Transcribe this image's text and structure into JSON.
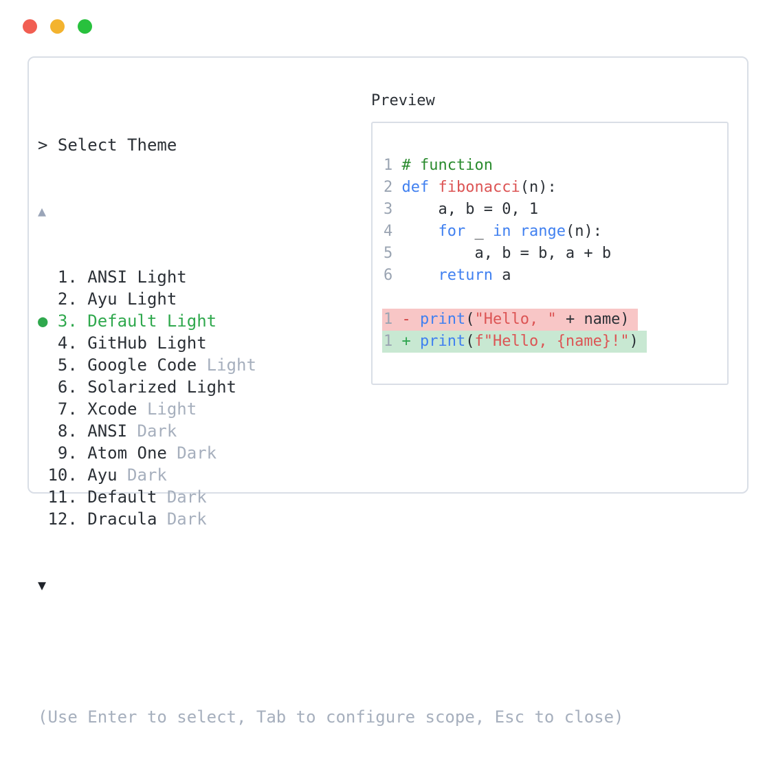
{
  "colors": {
    "text_primary": "#2b3036",
    "text_muted": "#a6afbd",
    "selected_green": "#2fa84d",
    "panel_border": "#d9dee6",
    "line_number": "#9aa4b2",
    "syntax_comment": "#2a8b2e",
    "syntax_keyword": "#4080f0",
    "syntax_red": "#dc5454",
    "diff_minus": "#d14040",
    "diff_plus": "#2da44e",
    "diff_removed_bg": "#f8c6c6",
    "diff_added_bg": "#c8e8d2",
    "arrow_up": "#9aa5b8",
    "arrow_down": "#20242b",
    "traffic_red": "#f15e52",
    "traffic_yellow": "#f3b32f",
    "traffic_green": "#28c13d"
  },
  "window": {
    "controls": [
      {
        "name": "close",
        "color_key": "traffic_red"
      },
      {
        "name": "minimize",
        "color_key": "traffic_yellow"
      },
      {
        "name": "zoom",
        "color_key": "traffic_green"
      }
    ]
  },
  "theme_picker": {
    "prompt": "> Select Theme",
    "scroll_up": "▲",
    "scroll_down": "▼",
    "selected_index": 2,
    "items": [
      {
        "number": "1",
        "label": "ANSI Light",
        "segments": [
          {
            "text": "  1. ANSI Light",
            "style": "normal"
          }
        ]
      },
      {
        "number": "2",
        "label": "Ayu Light",
        "segments": [
          {
            "text": "  2. Ayu Light",
            "style": "normal"
          }
        ]
      },
      {
        "number": "3",
        "label": "Default Light",
        "selected": true,
        "segments": [
          {
            "text": "● 3. Default Light",
            "style": "selected"
          }
        ]
      },
      {
        "number": "4",
        "label": "GitHub Light",
        "segments": [
          {
            "text": "  4. GitHub Light",
            "style": "normal"
          }
        ]
      },
      {
        "number": "5",
        "label": "Google Code Light",
        "segments": [
          {
            "text": "  5. Google Code ",
            "style": "normal"
          },
          {
            "text": "Light",
            "style": "muted"
          }
        ]
      },
      {
        "number": "6",
        "label": "Solarized Light",
        "segments": [
          {
            "text": "  6. Solarized Light",
            "style": "normal"
          }
        ]
      },
      {
        "number": "7",
        "label": "Xcode Light",
        "segments": [
          {
            "text": "  7. Xcode ",
            "style": "normal"
          },
          {
            "text": "Light",
            "style": "muted"
          }
        ]
      },
      {
        "number": "8",
        "label": "ANSI Dark",
        "segments": [
          {
            "text": "  8. ANSI ",
            "style": "normal"
          },
          {
            "text": "Dark",
            "style": "muted"
          }
        ]
      },
      {
        "number": "9",
        "label": "Atom One Dark",
        "segments": [
          {
            "text": "  9. Atom One ",
            "style": "normal"
          },
          {
            "text": "Dark",
            "style": "muted"
          }
        ]
      },
      {
        "number": "10",
        "label": "Ayu Dark",
        "segments": [
          {
            "text": " 10. Ayu ",
            "style": "normal"
          },
          {
            "text": "Dark",
            "style": "muted"
          }
        ]
      },
      {
        "number": "11",
        "label": "Default Dark",
        "segments": [
          {
            "text": " 11. Default ",
            "style": "normal"
          },
          {
            "text": "Dark",
            "style": "muted"
          }
        ]
      },
      {
        "number": "12",
        "label": "Dracula Dark",
        "segments": [
          {
            "text": " 12. Dracula ",
            "style": "normal"
          },
          {
            "text": "Dark",
            "style": "muted"
          }
        ]
      }
    ],
    "help_text": "(Use Enter to select, Tab to configure scope, Esc to close)"
  },
  "preview": {
    "title": "Preview",
    "code_lines": [
      {
        "highlight": "none",
        "tokens": [
          [
            "1",
            "linenum"
          ],
          [
            " ",
            "plain"
          ],
          [
            "# function",
            "comment"
          ]
        ]
      },
      {
        "highlight": "none",
        "tokens": [
          [
            "2",
            "linenum"
          ],
          [
            " ",
            "plain"
          ],
          [
            "def",
            "keyword"
          ],
          [
            " ",
            "plain"
          ],
          [
            "fibonacci",
            "red"
          ],
          [
            "(n):",
            "plain"
          ]
        ]
      },
      {
        "highlight": "none",
        "tokens": [
          [
            "3",
            "linenum"
          ],
          [
            "     a, b = 0, 1",
            "plain"
          ]
        ]
      },
      {
        "highlight": "none",
        "tokens": [
          [
            "4",
            "linenum"
          ],
          [
            "     ",
            "plain"
          ],
          [
            "for",
            "keyword"
          ],
          [
            " _ ",
            "plain"
          ],
          [
            "in",
            "keyword"
          ],
          [
            " ",
            "plain"
          ],
          [
            "range",
            "keyword"
          ],
          [
            "(n):",
            "plain"
          ]
        ]
      },
      {
        "highlight": "none",
        "tokens": [
          [
            "5",
            "linenum"
          ],
          [
            "         a, b = b, a + b",
            "plain"
          ]
        ]
      },
      {
        "highlight": "none",
        "tokens": [
          [
            "6",
            "linenum"
          ],
          [
            "     ",
            "plain"
          ],
          [
            "return",
            "keyword"
          ],
          [
            " a",
            "plain"
          ]
        ]
      },
      {
        "highlight": "none",
        "tokens": []
      },
      {
        "highlight": "removed",
        "tokens": [
          [
            "1",
            "linenum"
          ],
          [
            " ",
            "plain"
          ],
          [
            "-",
            "minus"
          ],
          [
            " ",
            "plain"
          ],
          [
            "print",
            "keyword"
          ],
          [
            "(",
            "plain"
          ],
          [
            "\"Hello, \"",
            "red"
          ],
          [
            " + name)",
            "plain"
          ]
        ]
      },
      {
        "highlight": "added",
        "tokens": [
          [
            "1",
            "linenum"
          ],
          [
            " ",
            "plain"
          ],
          [
            "+",
            "plus"
          ],
          [
            " ",
            "plain"
          ],
          [
            "print",
            "keyword"
          ],
          [
            "(",
            "plain"
          ],
          [
            "f\"Hello, {name}!\"",
            "red"
          ],
          [
            ")",
            "plain"
          ]
        ]
      }
    ]
  }
}
